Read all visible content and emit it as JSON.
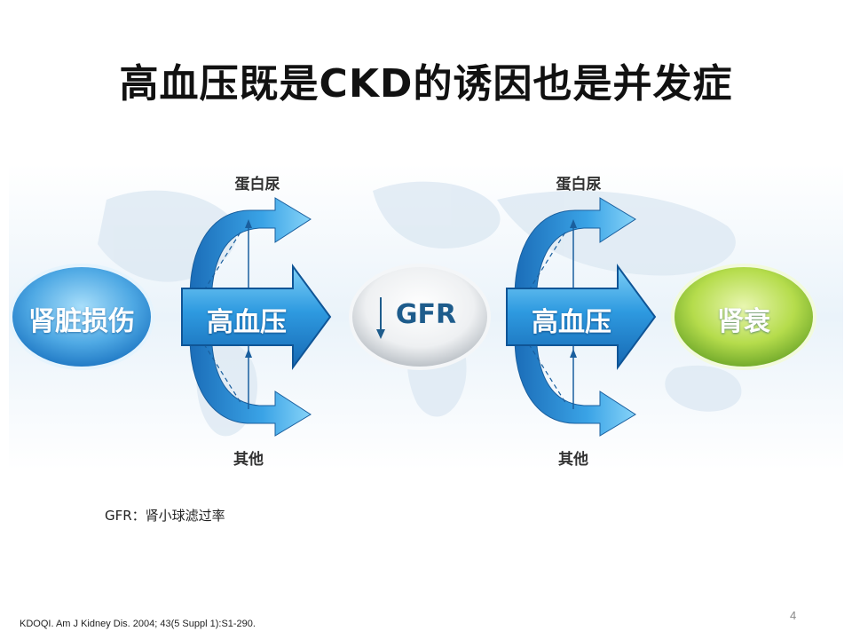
{
  "title": "高血压既是CKD的诱因也是并发症",
  "diagram": {
    "start_node": "肾脏损伤",
    "arrow1_label": "高血压",
    "arrow1_top_label": "蛋白尿",
    "arrow1_bottom_label": "其他",
    "middle_node": "GFR",
    "middle_node_arrow": "down-arrow-icon",
    "arrow2_label": "高血压",
    "arrow2_top_label": "蛋白尿",
    "arrow2_bottom_label": "其他",
    "end_node": "肾衰",
    "colors": {
      "blue": "#2a8fd6",
      "light_blue": "#7cc6f2",
      "green": "#8cc63f",
      "grey": "#d9dde1"
    }
  },
  "footnote": "GFR：肾小球滤过率",
  "reference": "KDOQI. Am J Kidney Dis. 2004; 43(5 Suppl 1):S1-290.",
  "page_number": "4"
}
